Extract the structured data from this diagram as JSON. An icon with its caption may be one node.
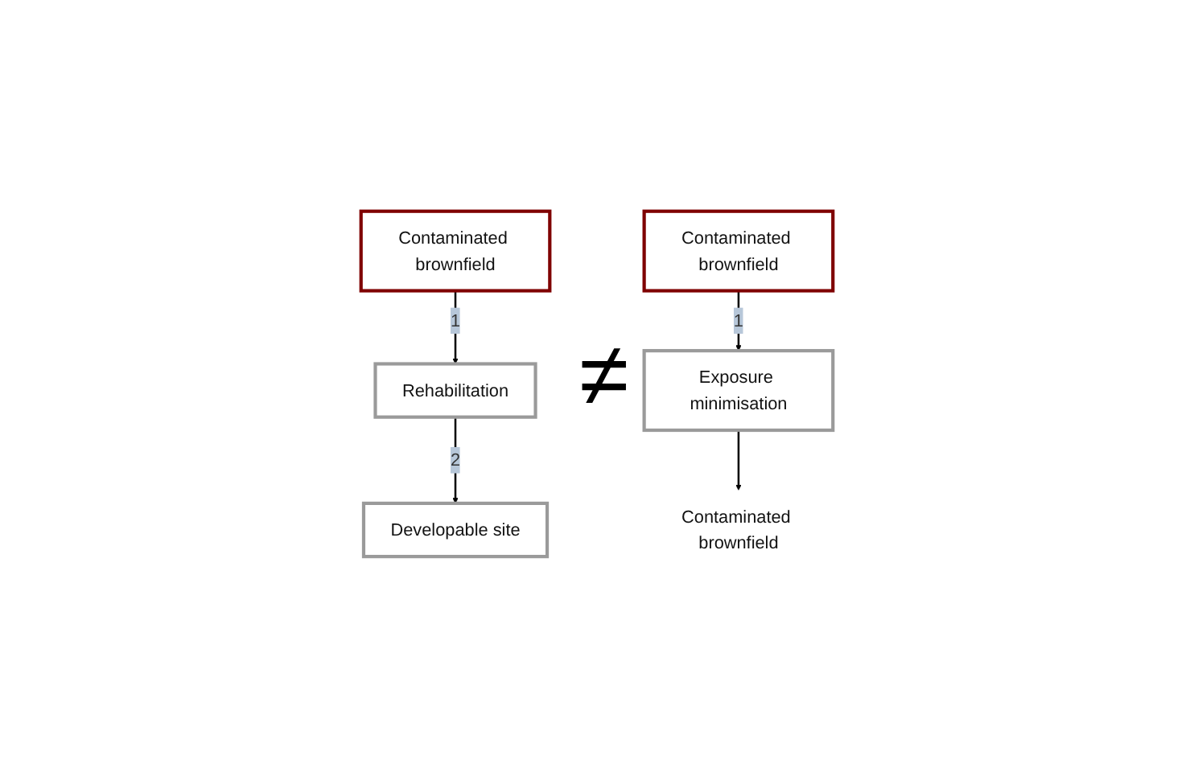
{
  "diagram": {
    "nodes": [
      {
        "text": [
          "Contaminated brownfield"
        ]
      },
      {
        "text": [
          "Rehabilitation"
        ]
      },
      {
        "text": [
          "Developable site"
        ]
      },
      {
        "text": [
          "Contaminated brownfield"
        ]
      },
      {
        "text": [
          "Exposure minimisation"
        ]
      },
      {
        "text": [
          "Contaminated brownfield"
        ]
      }
    ],
    "edges": [
      {
        "from": 0,
        "to": 1,
        "arrow": "to",
        "label": "1"
      },
      {
        "from": 1,
        "to": 2,
        "arrow": "to",
        "label": "2"
      },
      {
        "from": 3,
        "to": 4,
        "arrow": "to",
        "label": "1"
      },
      {
        "from": 4,
        "to": 5,
        "arrow": "to"
      }
    ],
    "labels": [
      "≠"
    ]
  }
}
